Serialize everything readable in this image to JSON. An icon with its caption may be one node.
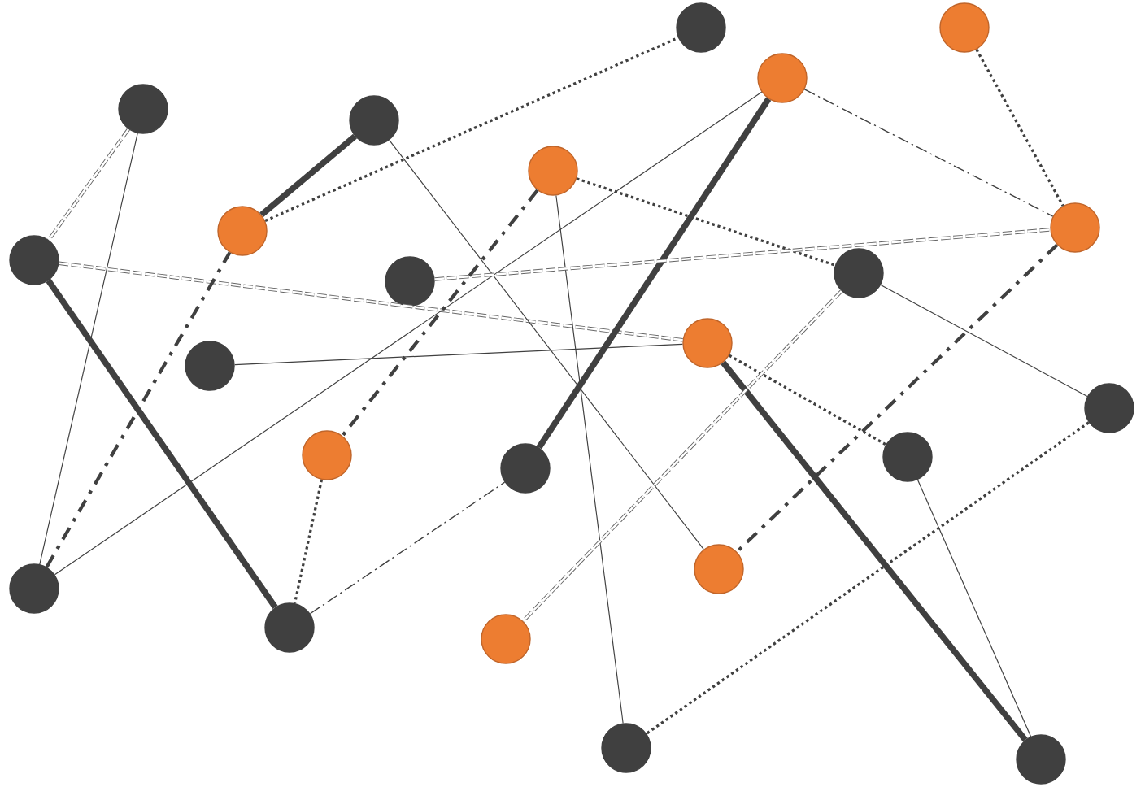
{
  "diagram": {
    "nodes": [
      {
        "text": [],
        "shape": "circle"
      },
      {
        "text": [],
        "shape": "circle"
      },
      {
        "text": [],
        "shape": "circle"
      },
      {
        "text": [],
        "shape": "circle"
      },
      {
        "text": [],
        "shape": "circle"
      },
      {
        "text": [],
        "shape": "circle"
      },
      {
        "text": [],
        "shape": "circle"
      },
      {
        "text": [],
        "shape": "circle"
      },
      {
        "text": [],
        "shape": "circle"
      },
      {
        "text": [],
        "shape": "circle"
      },
      {
        "text": [],
        "shape": "circle"
      },
      {
        "text": [],
        "shape": "circle"
      },
      {
        "text": [],
        "shape": "circle"
      },
      {
        "text": [],
        "shape": "circle"
      },
      {
        "text": [],
        "shape": "circle"
      },
      {
        "text": [],
        "shape": "circle"
      },
      {
        "text": [],
        "shape": "circle"
      },
      {
        "text": [],
        "shape": "circle"
      },
      {
        "text": [],
        "shape": "circle"
      },
      {
        "text": [],
        "shape": "circle"
      },
      {
        "text": [],
        "shape": "circle"
      },
      {
        "text": [],
        "shape": "circle"
      },
      {
        "text": [],
        "shape": "circle"
      }
    ],
    "edges": [
      {
        "from": 3,
        "to": 8,
        "arrow": "none",
        "style": "dashed"
      },
      {
        "from": 3,
        "to": 18,
        "arrow": "none"
      },
      {
        "from": 8,
        "to": 19,
        "arrow": "none",
        "style": "thick"
      },
      {
        "from": 8,
        "to": 11,
        "arrow": "none",
        "style": "dashed"
      },
      {
        "from": 4,
        "to": 7,
        "arrow": "none",
        "style": "thick"
      },
      {
        "from": 7,
        "to": 0,
        "arrow": "none",
        "style": "dashed"
      },
      {
        "from": 4,
        "to": 17,
        "arrow": "none"
      },
      {
        "from": 18,
        "to": 7,
        "arrow": "none",
        "style": "dashed"
      },
      {
        "from": 18,
        "to": 2,
        "arrow": "none"
      },
      {
        "from": 5,
        "to": 14,
        "arrow": "none",
        "style": "dashed"
      },
      {
        "from": 5,
        "to": 9,
        "arrow": "none",
        "style": "dashed"
      },
      {
        "from": 5,
        "to": 21,
        "arrow": "none"
      },
      {
        "from": 2,
        "to": 16,
        "arrow": "none",
        "style": "thick"
      },
      {
        "from": 2,
        "to": 6,
        "arrow": "none",
        "style": "dashed"
      },
      {
        "from": 1,
        "to": 6,
        "arrow": "none",
        "style": "dashed"
      },
      {
        "from": 10,
        "to": 6,
        "arrow": "none",
        "style": "dashed"
      },
      {
        "from": 6,
        "to": 17,
        "arrow": "none",
        "style": "dashed"
      },
      {
        "from": 12,
        "to": 11,
        "arrow": "none"
      },
      {
        "from": 11,
        "to": 15,
        "arrow": "none",
        "style": "dashed"
      },
      {
        "from": 11,
        "to": 22,
        "arrow": "none",
        "style": "thick"
      },
      {
        "from": 9,
        "to": 13,
        "arrow": "none"
      },
      {
        "from": 9,
        "to": 20,
        "arrow": "none",
        "style": "dashed"
      },
      {
        "from": 14,
        "to": 19,
        "arrow": "none",
        "style": "dashed"
      },
      {
        "from": 19,
        "to": 16,
        "arrow": "none",
        "style": "dashed"
      },
      {
        "from": 13,
        "to": 21,
        "arrow": "none",
        "style": "dashed"
      },
      {
        "from": 15,
        "to": 22,
        "arrow": "none"
      }
    ]
  }
}
